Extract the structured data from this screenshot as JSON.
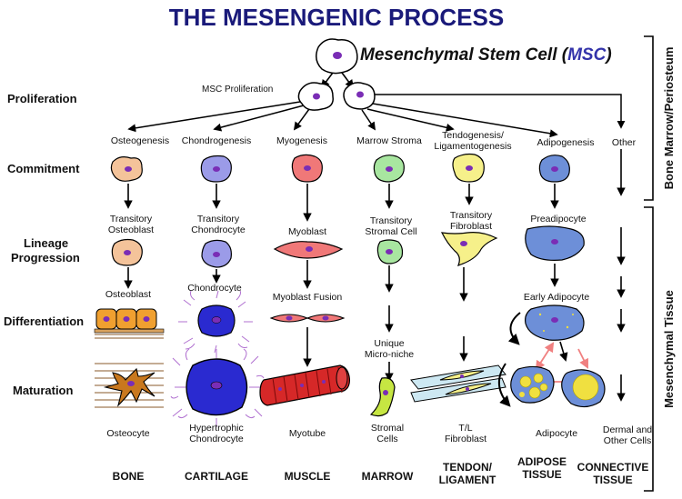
{
  "title": "THE MESENGENIC PROCESS",
  "msc_label": "Mesenchymal Stem Cell",
  "msc_abbrev": "MSC",
  "msc_proliferation": "MSC Proliferation",
  "side_labels": {
    "top": "Bone Marrow/Periosteum",
    "bottom": "Mesenchymal Tissue"
  },
  "stages": [
    "Proliferation",
    "Commitment",
    "Lineage",
    "Progression",
    "Differentiation",
    "Maturation"
  ],
  "processes": [
    "Osteogenesis",
    "Chondrogenesis",
    "Myogenesis",
    "Marrow Stroma",
    "Tendogenesis/",
    "Ligamentogenesis",
    "Adipogenesis",
    "Other"
  ],
  "lineages": {
    "bone": {
      "progression": [
        "Transitory",
        "Osteoblast"
      ],
      "differentiation": "Osteoblast",
      "mature": "Osteocyte",
      "tissue": "BONE"
    },
    "cartilage": {
      "progression": [
        "Transitory",
        "Chondrocyte"
      ],
      "differentiation": "Chondrocyte",
      "mature": [
        "Hypertrophic",
        "Chondrocyte"
      ],
      "tissue": "CARTILAGE"
    },
    "muscle": {
      "progression": "Myoblast",
      "differentiation": "Myoblast Fusion",
      "mature": "Myotube",
      "tissue": "MUSCLE"
    },
    "marrow": {
      "progression": [
        "Transitory",
        "Stromal Cell"
      ],
      "differentiation": [
        "Unique",
        "Micro-niche"
      ],
      "mature": [
        "Stromal",
        "Cells"
      ],
      "tissue": "MARROW"
    },
    "tendon": {
      "progression": [
        "Transitory",
        "Fibroblast"
      ],
      "mature": [
        "T/L",
        "Fibroblast"
      ],
      "tissue": [
        "TENDON/",
        "LIGAMENT"
      ]
    },
    "adipose": {
      "progression": "Preadipocyte",
      "differentiation": "Early Adipocyte",
      "mature": "Adipocyte",
      "tissue": [
        "ADIPOSE",
        "TISSUE"
      ]
    },
    "connective": {
      "mature": [
        "Dermal and",
        "Other Cells"
      ],
      "tissue": [
        "CONNECTIVE",
        "TISSUE"
      ]
    }
  },
  "colors": {
    "title": "#1a1a7a",
    "msc_abbrev": "#3333aa",
    "nucleus": "#7a2db5",
    "bone": "#f4c39a",
    "cartilage": "#9b9be8",
    "muscle": "#f07878",
    "marrow": "#a8e6a0",
    "tendon": "#f6f08a",
    "adipose": "#6d8fd8",
    "osteoblast_layer": "#f0a030",
    "osteocyte": "#c9781e",
    "chondro_dark": "#2a2ad0",
    "myotube": "#d62828",
    "fat": "#f0e040",
    "fiber": "#cde8f2",
    "pink_arrow": "#f08080"
  }
}
